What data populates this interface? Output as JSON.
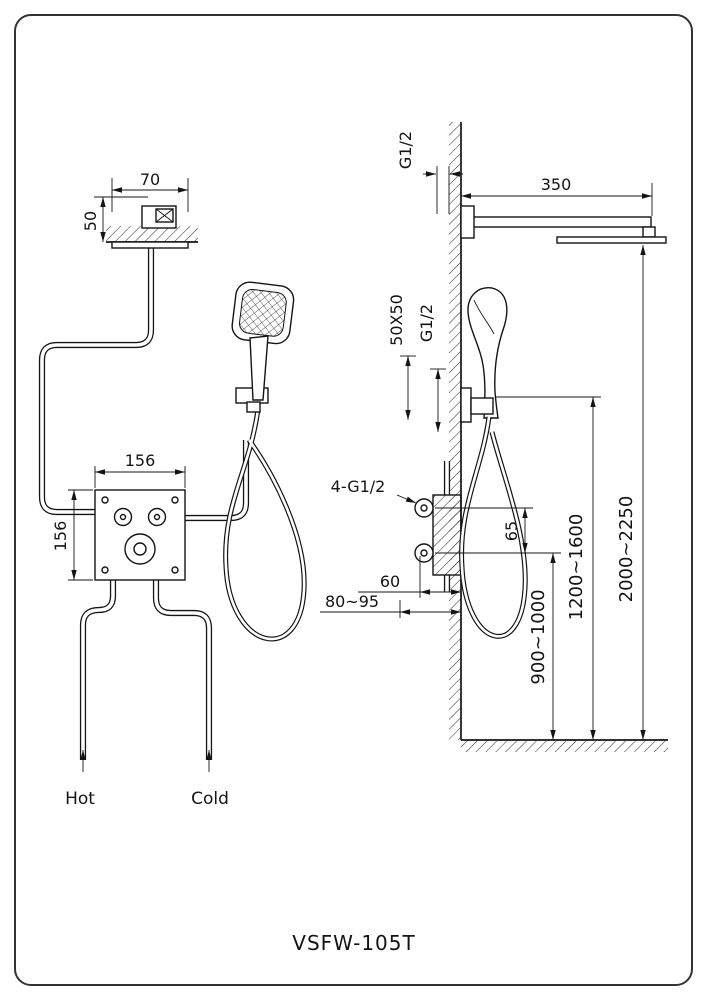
{
  "drawing": {
    "model": "VSFW-105T",
    "labels": {
      "hot": "Hot",
      "cold": "Cold"
    },
    "dims": {
      "d70": "70",
      "d50": "50",
      "d350": "350",
      "g12_top": "G1/2",
      "d50x50": "50X50",
      "g12_mid": "G1/2",
      "d156_w": "156",
      "d156_h": "156",
      "d4g12": "4-G1/2",
      "d60": "60",
      "d80_95": "80~95",
      "d65": "65",
      "d900_1000": "900~1000",
      "d1200_1600": "1200~1600",
      "d2000_2250": "2000~2250"
    }
  }
}
